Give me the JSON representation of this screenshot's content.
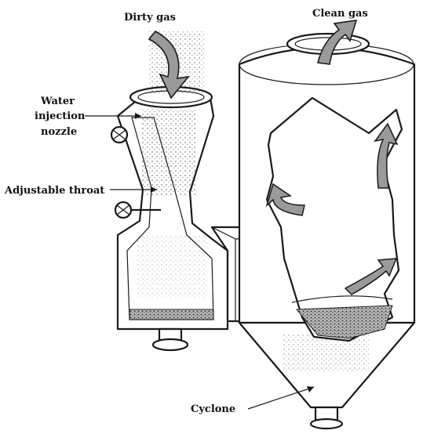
{
  "labels": {
    "dirty_gas": "Dirty gas",
    "clean_gas": "Clean gas",
    "water_line1": "Water",
    "water_line2": "injection",
    "water_line3": "nozzle",
    "adjustable_throat": "Adjustable throat",
    "cyclone": "Cyclone"
  },
  "colors": {
    "ink": "#1a1a1a",
    "arrow_fill": "#9a9a9a",
    "sediment": "#7a7a7a"
  }
}
